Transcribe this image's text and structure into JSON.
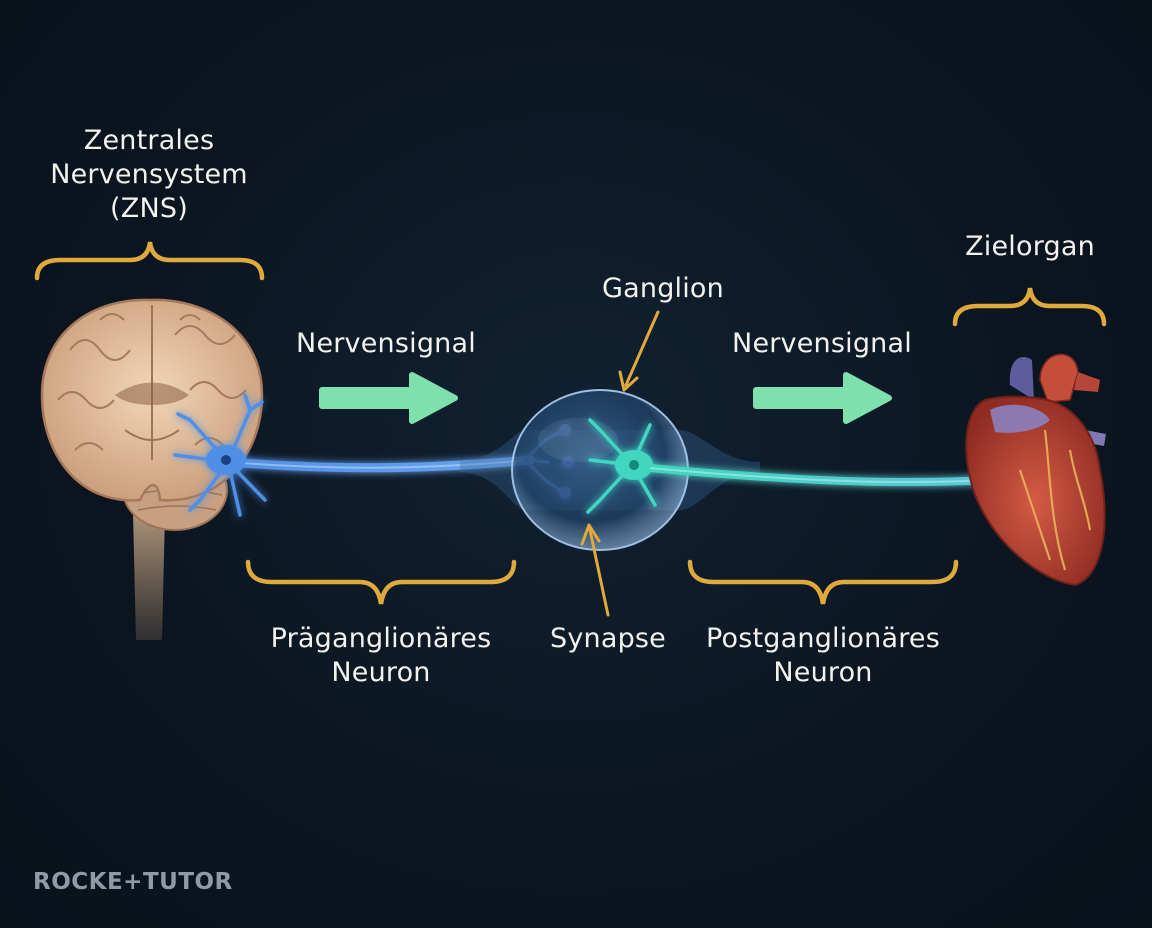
{
  "labels": {
    "zns": [
      "Zentrales",
      "Nervensystem",
      "(ZNS)"
    ],
    "zielorgan": "Zielorgan",
    "ganglion": "Ganglion",
    "signal_left": "Nervensignal",
    "signal_right": "Nervensignal",
    "pre_neuron": [
      "Präganglionäres",
      "Neuron"
    ],
    "synapse": "Synapse",
    "post_neuron": [
      "Postganglionäres",
      "Neuron"
    ]
  },
  "brand": {
    "text": "ROCKE+TUTOR"
  },
  "colors": {
    "bracket": "#e0a93c",
    "arrow": "#7ee0ad",
    "pointer": "#e0a93c",
    "pre_neuron": "#4f8fe6",
    "post_neuron": "#3fd6c0",
    "background": "#0b1520"
  }
}
